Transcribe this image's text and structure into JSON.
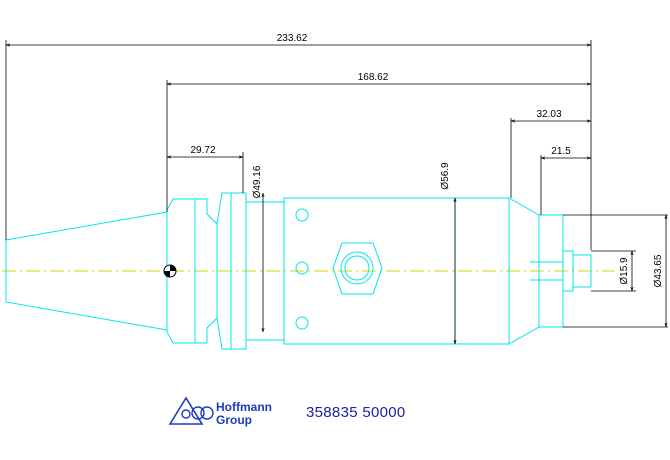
{
  "dimensions": {
    "overall_length": "233.62",
    "length_from_flange": "168.62",
    "flange_length": "29.72",
    "front_length": "32.03",
    "tip_length": "21.5",
    "flange_diameter": "Ø49.16",
    "body_diameter": "Ø56.9",
    "front_diameter": "Ø43.65",
    "tip_diameter": "Ø15.9"
  },
  "logo": {
    "line1": "Hoffmann",
    "line2": "Group"
  },
  "part_number": "358835 50000",
  "colors": {
    "outline": "#00e5ee",
    "dimension": "#000000",
    "centerline": "#d4d400",
    "brand": "#1c3cc0"
  }
}
